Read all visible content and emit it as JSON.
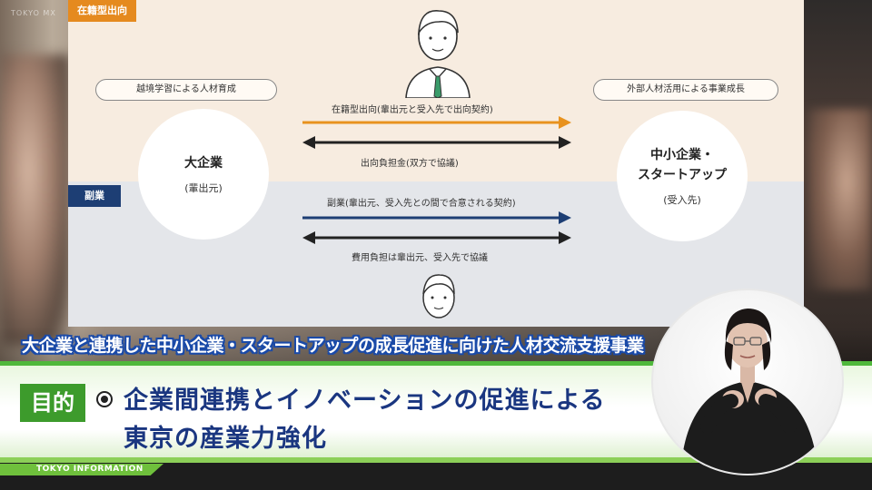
{
  "watermark": "TOKYO MX",
  "slide": {
    "tag_top": "在籍型出向",
    "tag_bottom": "副業",
    "pill_left": "越境学習による人材育成",
    "pill_right": "外部人材活用による事業成長",
    "circle_left": {
      "main": "大企業",
      "sub": "(輩出元)"
    },
    "circle_right": {
      "main_line1": "中小企業・",
      "main_line2": "スタートアップ",
      "sub": "(受入先)"
    },
    "arrows": [
      {
        "label": "在籍型出向(輩出元と受入先で出向契約)",
        "color": "#e8921e",
        "direction": "right"
      },
      {
        "label": "出向負担金(双方で協議)",
        "color": "#222222",
        "direction": "both"
      },
      {
        "label": "副業(輩出元、受入先との間で合意される契約)",
        "color": "#1d3e74",
        "direction": "right"
      },
      {
        "label": "費用負担は輩出元、受入先で協議",
        "color": "#222222",
        "direction": "both"
      }
    ]
  },
  "subtitle": "大企業と連携した中小企業・スタートアップの成長促進に向けた人材交流支援事業",
  "caption": {
    "tag": "目的",
    "line1": "企業間連携とイノベーションの促進による",
    "line2": "東京の産業力強化"
  },
  "ticker": "TOKYO INFORMATION",
  "colors": {
    "orange": "#e58a1f",
    "navy": "#1d3e74",
    "green": "#3d9b2c",
    "caption_blue": "#1a3680"
  },
  "icons": [
    "person-top-icon",
    "person-bottom-icon",
    "sign-language-interpreter"
  ]
}
